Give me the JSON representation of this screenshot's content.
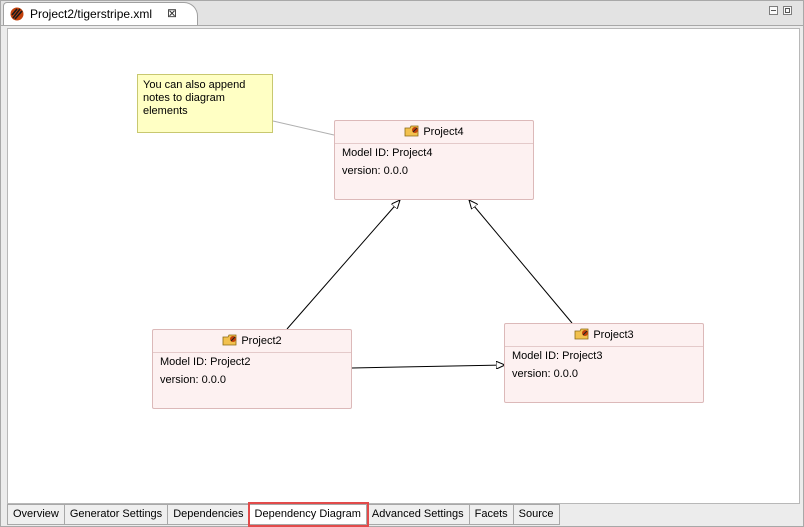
{
  "editor_tab": {
    "title": "Project2/tigerstripe.xml",
    "close": "⊠",
    "icon": "tigerstripe-file-icon"
  },
  "note": {
    "text": "You can also append\nnotes to  diagram\nelements"
  },
  "nodes": [
    {
      "name": "Project4",
      "attrs": [
        "Model ID: Project4",
        "version: 0.0.0"
      ]
    },
    {
      "name": "Project2",
      "attrs": [
        "Model ID: Project2",
        "version: 0.0.0"
      ]
    },
    {
      "name": "Project3",
      "attrs": [
        "Model ID: Project3",
        "version: 0.0.0"
      ]
    }
  ],
  "bottom_tabs": [
    "Overview",
    "Generator Settings",
    "Dependencies",
    "Dependency Diagram",
    "Advanced Settings",
    "Facets",
    "Source"
  ],
  "active_tab": "Dependency Diagram",
  "colors": {
    "node_fill": "#fdf1f1",
    "note_fill": "#ffffc4",
    "highlight": "#e24b4b"
  }
}
